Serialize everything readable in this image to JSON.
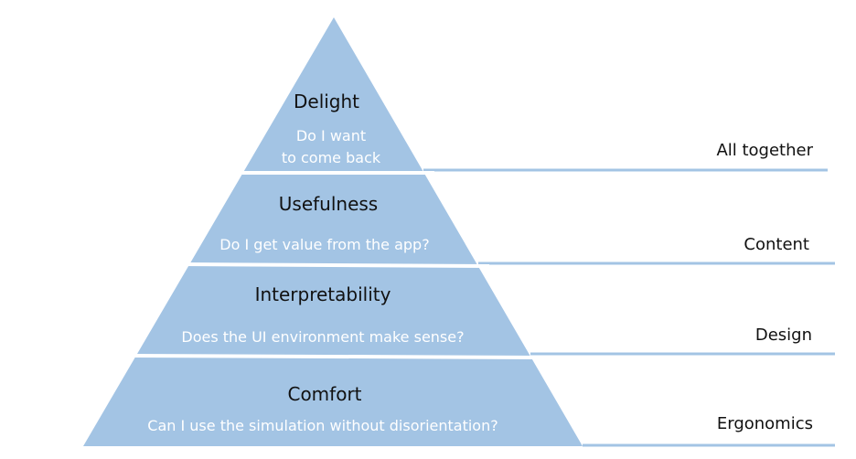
{
  "colors": {
    "fill": "#a3c4e4",
    "separator": "#ffffff",
    "title_text": "#111111",
    "question_text": "#ffffff"
  },
  "tiers": [
    {
      "title": "Delight",
      "question_line1": "Do I want",
      "question_line2": "to come back",
      "side_label": "All together"
    },
    {
      "title": "Usefulness",
      "question": "Do I get value from the app?",
      "side_label": "Content"
    },
    {
      "title": "Interpretability",
      "question": "Does the UI environment make sense?",
      "side_label": "Design"
    },
    {
      "title": "Comfort",
      "question": "Can I use the simulation without disorientation?",
      "side_label": "Ergonomics"
    }
  ]
}
